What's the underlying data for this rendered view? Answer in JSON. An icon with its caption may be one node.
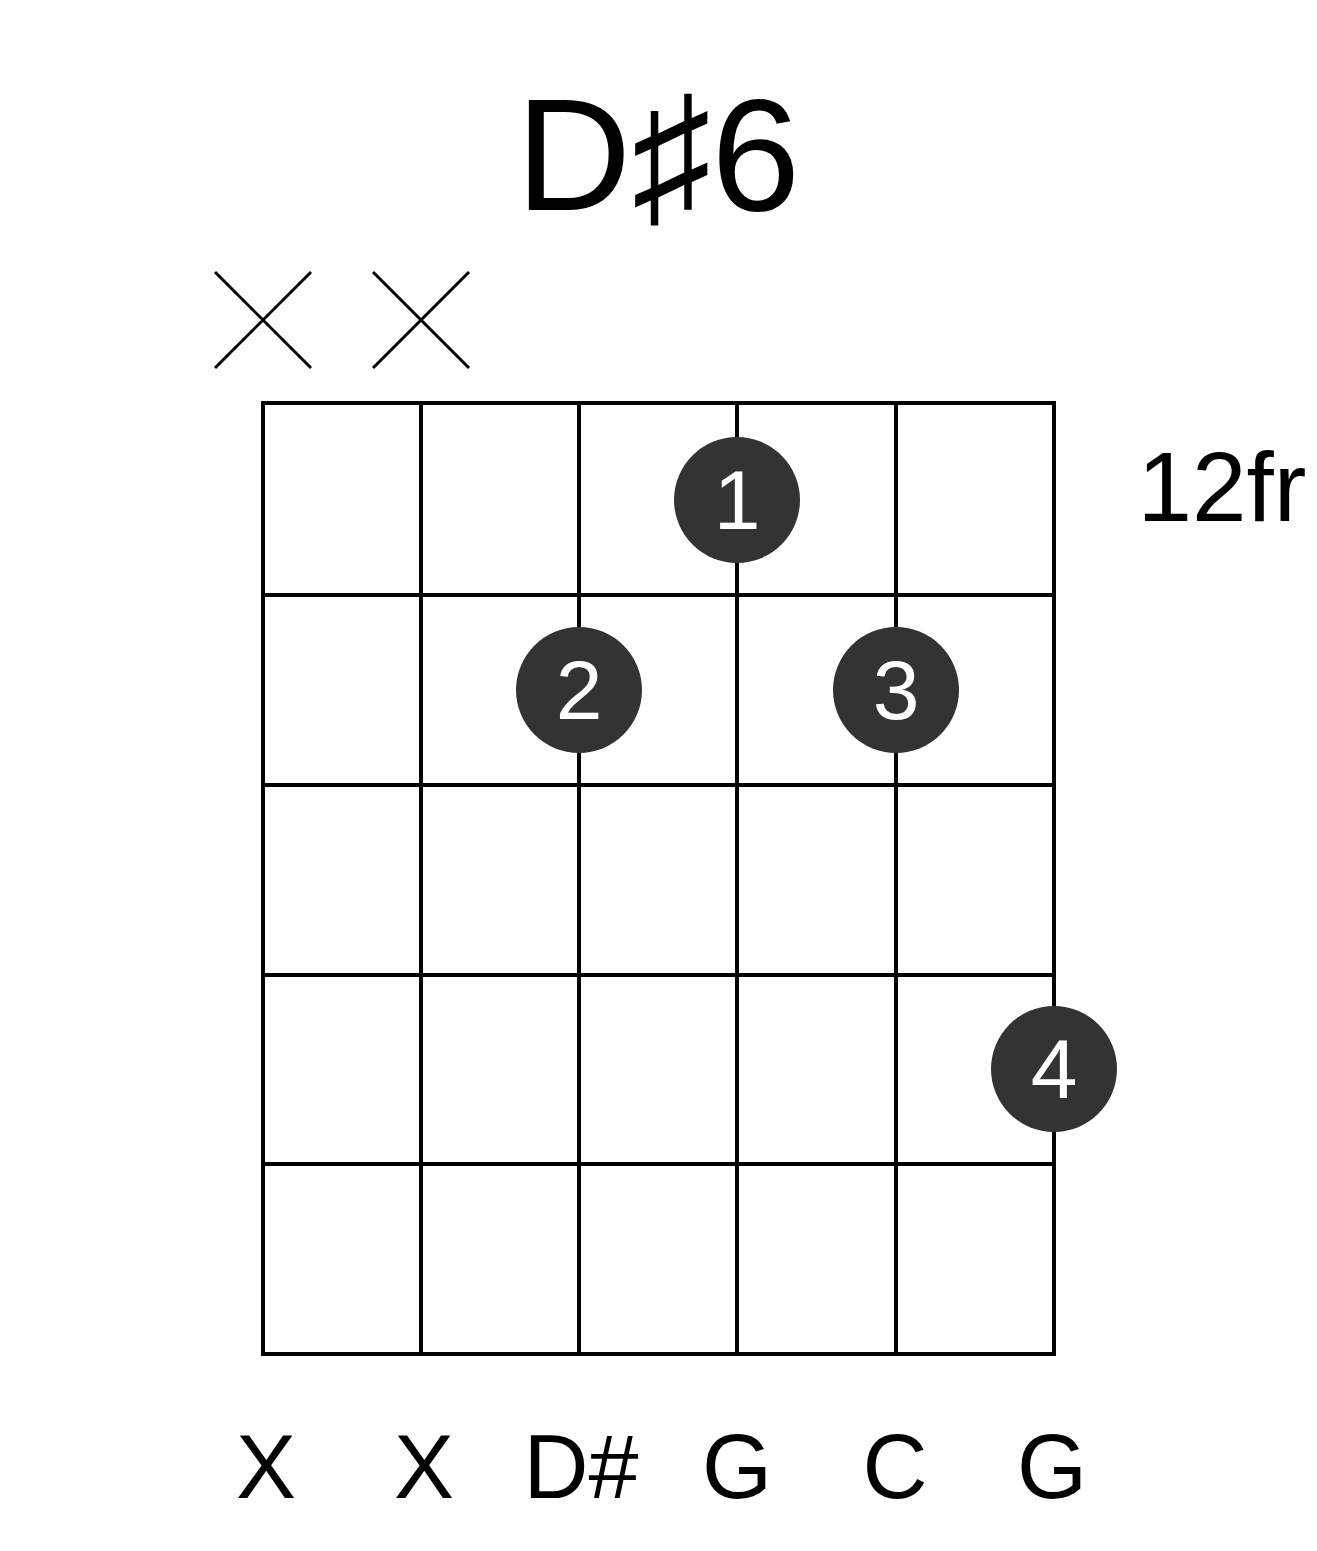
{
  "diagram": {
    "title": "D♯6",
    "nodes": [
      {
        "text": [
          "1"
        ]
      },
      {
        "text": [
          "2"
        ]
      },
      {
        "text": [
          "3"
        ]
      },
      {
        "text": [
          "4"
        ]
      }
    ],
    "labels": [
      "12fr",
      "X",
      "X",
      "D#",
      "G",
      "C",
      "G"
    ]
  }
}
